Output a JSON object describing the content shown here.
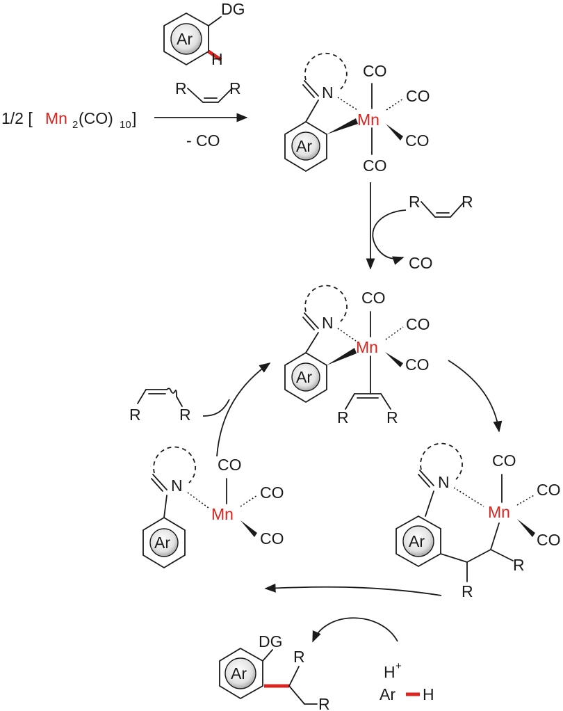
{
  "reagents": {
    "dg": "DG",
    "h": "H",
    "r": "R",
    "ar": "Ar",
    "h_plus": "H",
    "plus": "+"
  },
  "precatalyst": {
    "prefix": "1/2 [",
    "metal": "Mn",
    "sub2": "2",
    "co_part": "(CO)",
    "sub10": "10",
    "suffix": "]"
  },
  "labels": {
    "minus_co": "- CO",
    "co": "CO",
    "mn": "Mn",
    "n": "N"
  },
  "colors": {
    "metal": "#d8231e",
    "highlight_bond": "#d8231e",
    "ring_fill": "#c9c9c9"
  }
}
